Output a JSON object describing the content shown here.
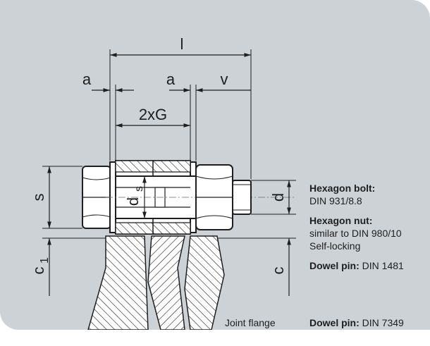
{
  "drawing": {
    "dimensions": {
      "l": "l",
      "a_left": "a",
      "a_right": "a",
      "v": "v",
      "g": "2xG",
      "s": "s",
      "ds_main": "d",
      "ds_sub": "s",
      "d": "d",
      "c1_main": "c",
      "c1_sub": "1",
      "c": "c"
    }
  },
  "legend": {
    "hexagon_bolt": {
      "label": "Hexagon bolt:",
      "value": "DIN 931/8.8"
    },
    "hexagon_nut": {
      "label": "Hexagon nut:",
      "value_line1": "similar to DIN 980/10",
      "value_line2": "Self-locking"
    },
    "dowel_pin_1": {
      "label": "Dowel pin:",
      "value": " DIN 1481"
    },
    "dowel_pin_2": {
      "label": "Dowel pin:",
      "value": " DIN 7349"
    }
  },
  "joint_flange": "Joint flange"
}
